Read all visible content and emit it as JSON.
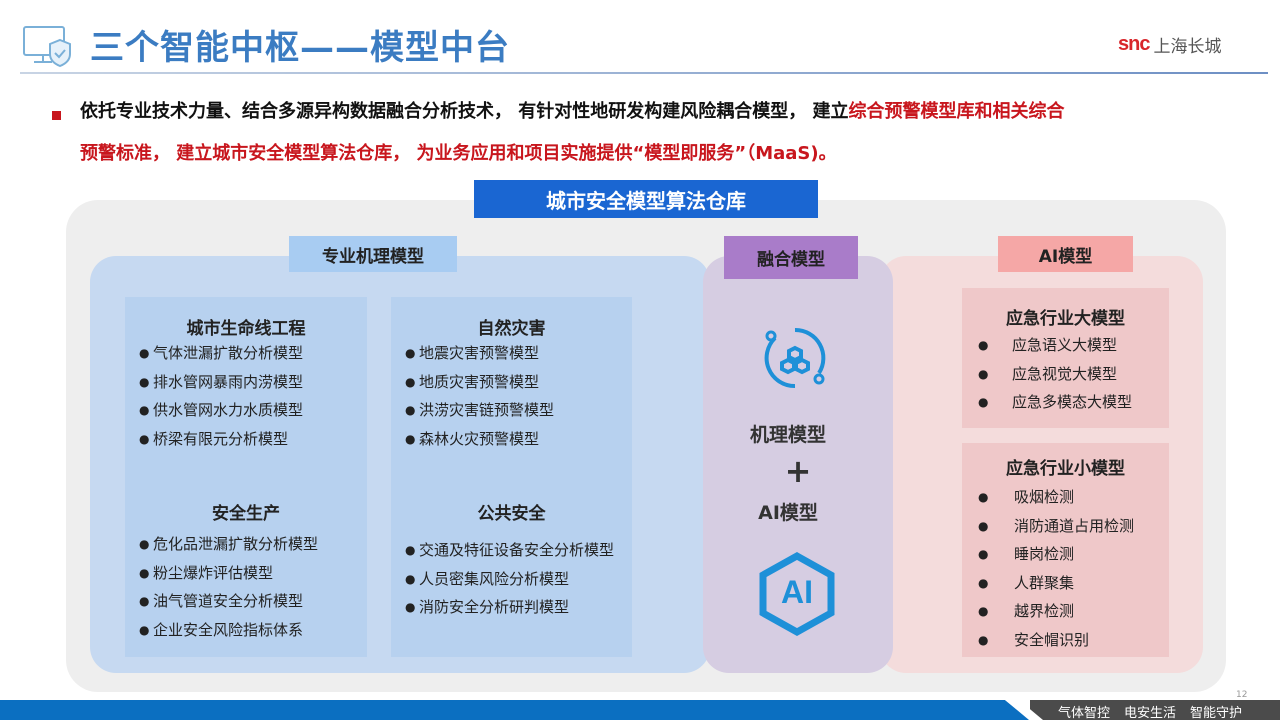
{
  "header": {
    "title": "三个智能中枢——模型中台",
    "logo_mark": "snc",
    "logo_text": "上海长城"
  },
  "intro": {
    "line1_black": "依托专业技术力量、结合多源异构数据融合分析技术， 有针对性地研发构建风险耦合模型， 建立",
    "line1_red": "综合预警模型库和相关综合",
    "line2": "预警标准， 建立城市安全模型算法仓库， 为业务应用和项目实施提供“模型即服务”（MaaS)。"
  },
  "banner": "城市安全模型算法仓库",
  "left": {
    "header": "专业机理模型",
    "sections": [
      {
        "title": "城市生命线工程",
        "items": [
          "气体泄漏扩散分析模型",
          "排水管网暴雨内涝模型",
          "供水管网水力水质模型",
          "桥梁有限元分析模型"
        ]
      },
      {
        "title": "自然灾害",
        "items": [
          "地震灾害预警模型",
          "地质灾害预警模型",
          "洪涝灾害链预警模型",
          "森林火灾预警模型"
        ]
      },
      {
        "title": "安全生产",
        "items": [
          "危化品泄漏扩散分析模型",
          "粉尘爆炸评估模型",
          "油气管道安全分析模型",
          "企业安全风险指标体系"
        ]
      },
      {
        "title": "公共安全",
        "items": [
          "交通及特征设备安全分析模型",
          "人员密集风险分析模型",
          "消防安全分析研判模型"
        ]
      }
    ]
  },
  "middle": {
    "header": "融合模型",
    "line1": "机理模型",
    "plus": "+",
    "line2": "AI模型",
    "ai_icon_text": "AI"
  },
  "right": {
    "header": "AI模型",
    "sections": [
      {
        "title": "应急行业大模型",
        "items": [
          "应急语义大模型",
          "应急视觉大模型",
          "应急多模态大模型"
        ]
      },
      {
        "title": "应急行业小模型",
        "items": [
          "吸烟检测",
          "消防通道占用检测",
          "睡岗检测",
          "人群聚集",
          "越界检测",
          "安全帽识别"
        ]
      }
    ]
  },
  "footer": {
    "slogans": [
      "气体智控",
      "电安生活",
      "智能守护"
    ],
    "page": "12"
  },
  "colors": {
    "title": "#3b7cc2",
    "red": "#c8161d",
    "banner": "#1a66d2",
    "footer_blue": "#0b6fc1"
  }
}
